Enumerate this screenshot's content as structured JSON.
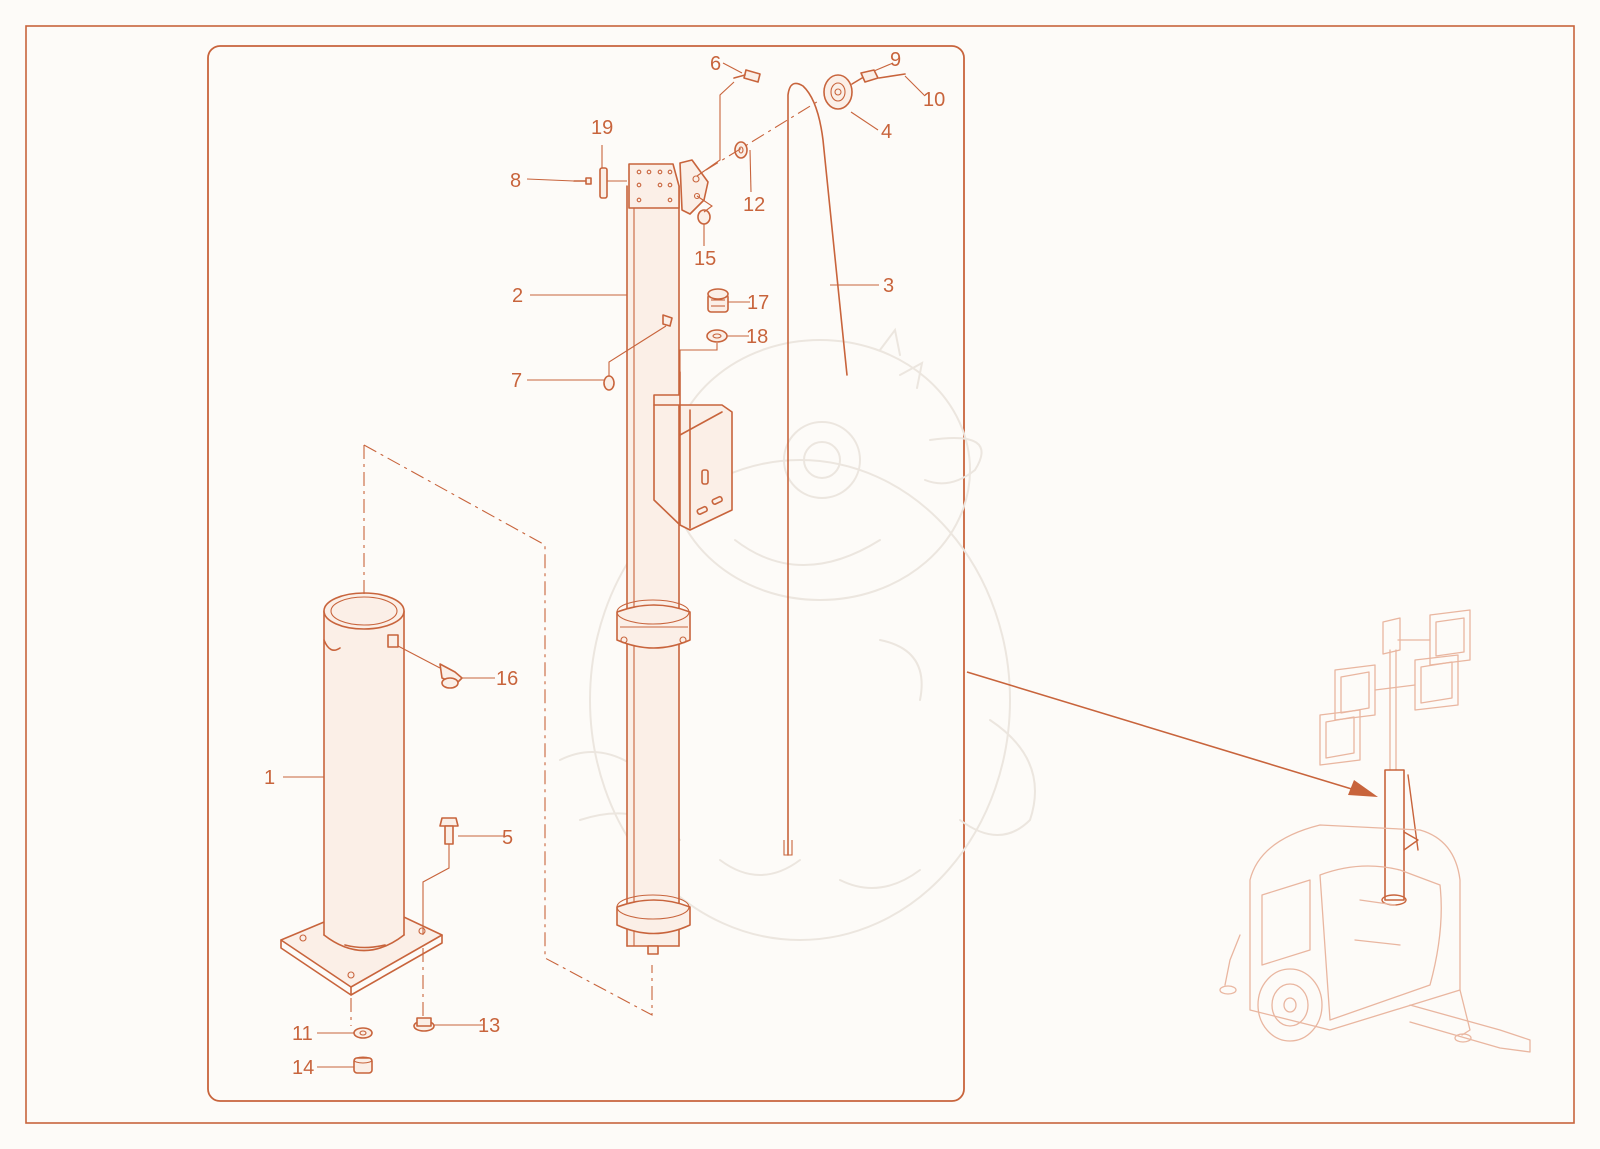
{
  "colors": {
    "line": "#c8643c",
    "fill": "#fbefe7",
    "ghost": "#e9b6a0",
    "background": "#fdfbf8"
  },
  "callouts": {
    "c1": "1",
    "c2": "2",
    "c3": "3",
    "c4": "4",
    "c5": "5",
    "c6": "6",
    "c7": "7",
    "c8": "8",
    "c9": "9",
    "c10": "10",
    "c11": "11",
    "c12": "12",
    "c13": "13",
    "c14": "14",
    "c15": "15",
    "c16": "16",
    "c17": "17",
    "c18": "18",
    "c19": "19"
  },
  "icons": {
    "watermark": "baby-dragon-mascot-watermark",
    "overview": "mobile-light-tower-trailer"
  }
}
